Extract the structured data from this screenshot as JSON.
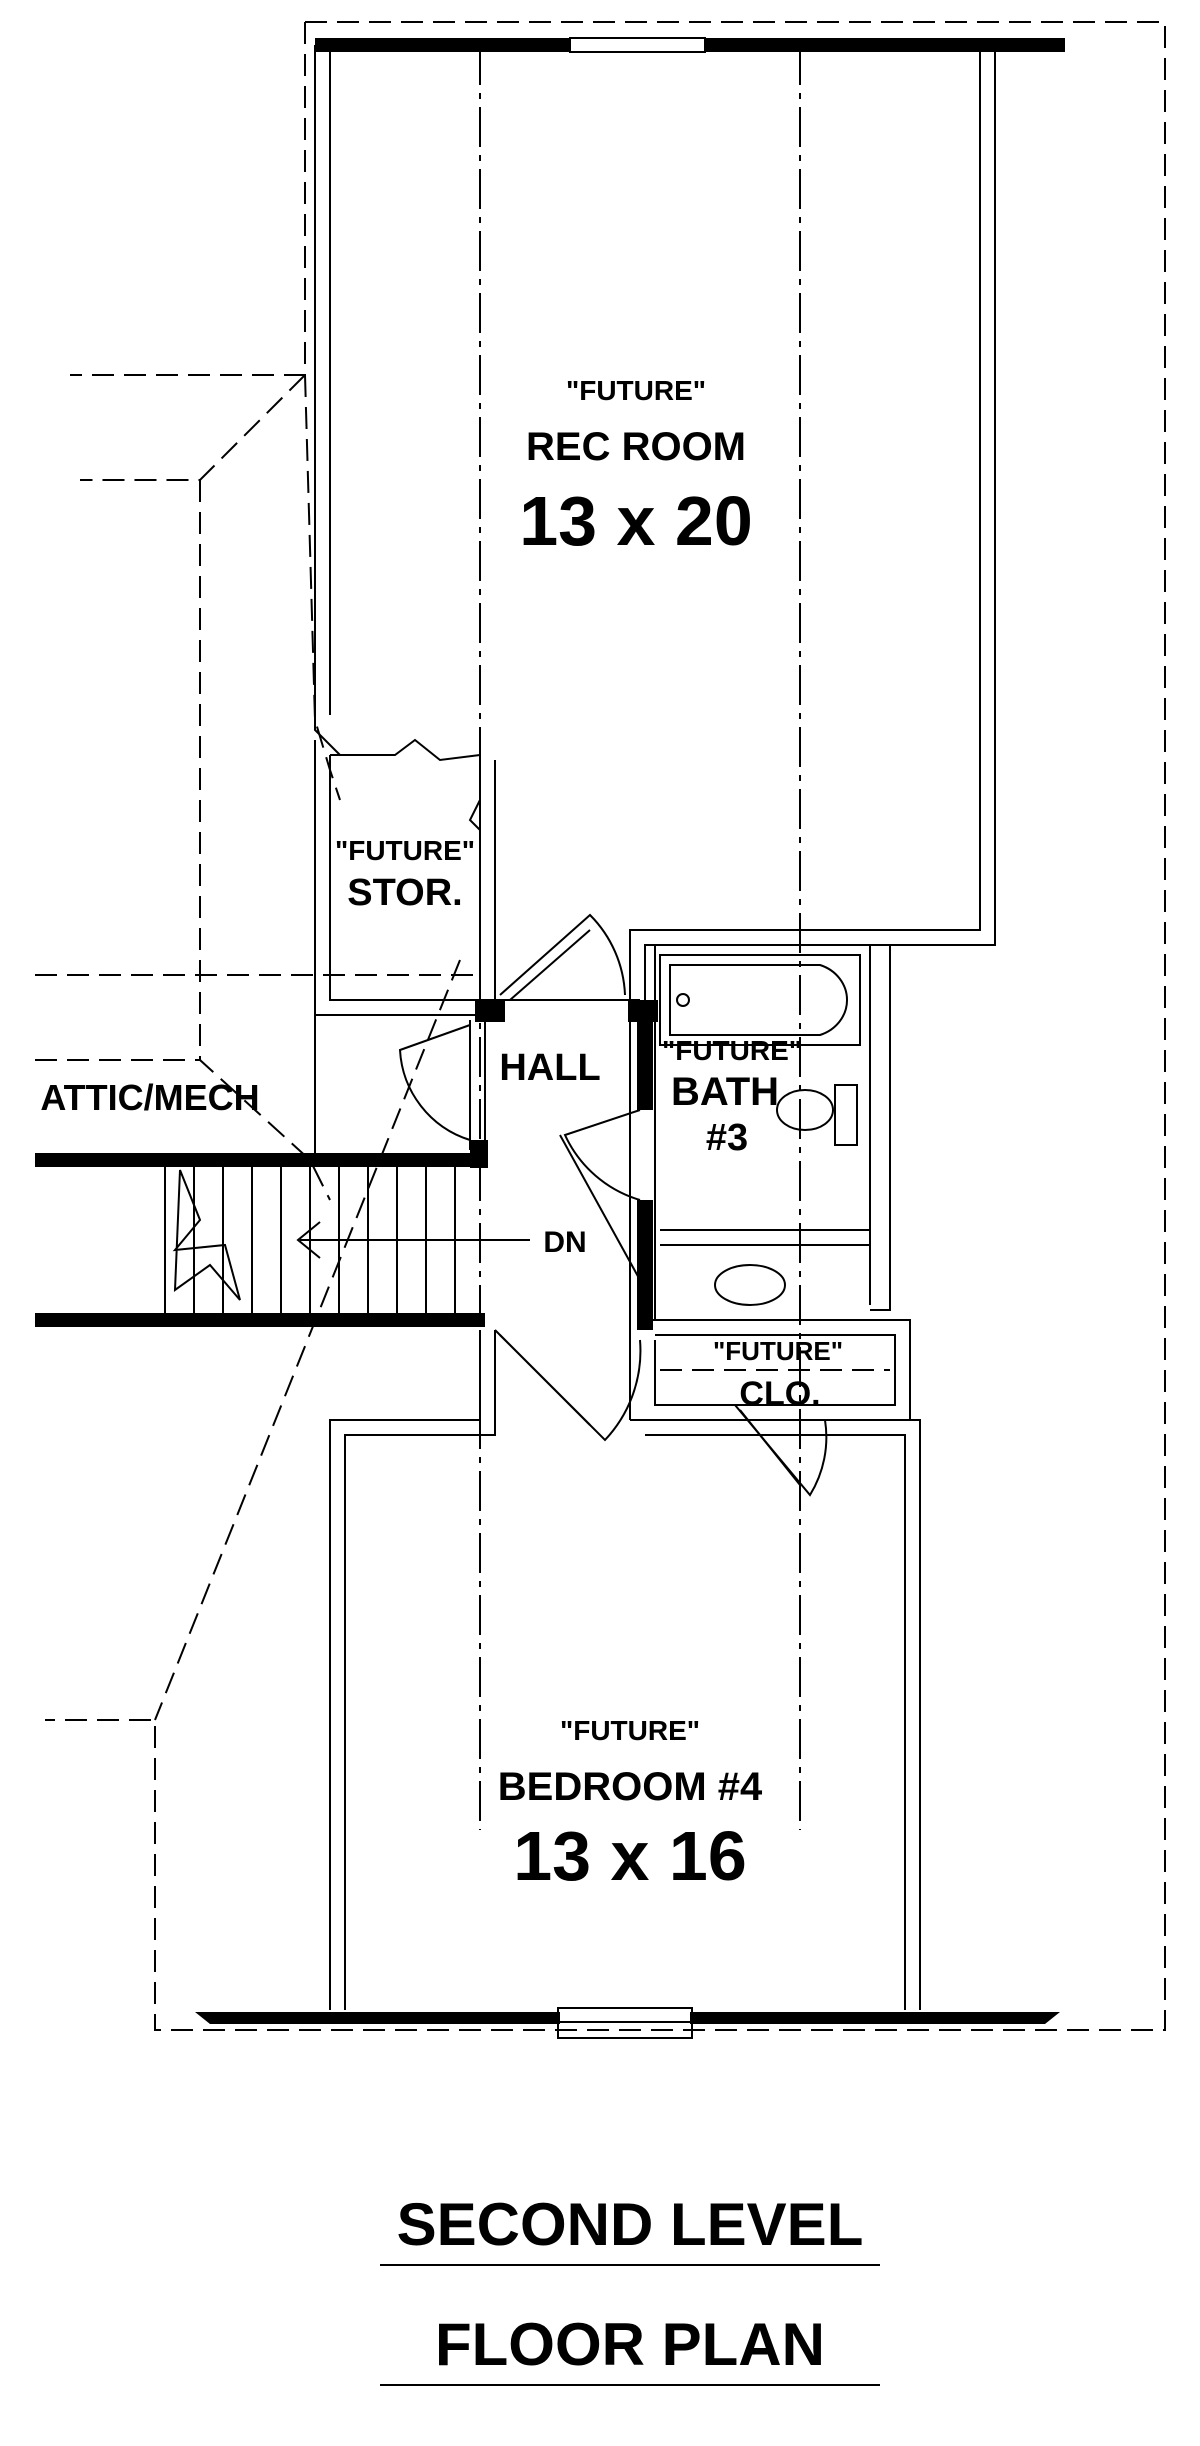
{
  "rooms": {
    "rec_room": {
      "status": "\"FUTURE\"",
      "name": "REC ROOM",
      "dims": "13 x 20"
    },
    "storage": {
      "status": "\"FUTURE\"",
      "name": "STOR."
    },
    "hall": {
      "name": "HALL"
    },
    "attic": {
      "name": "ATTIC/MECH"
    },
    "bath": {
      "status": "\"FUTURE\"",
      "name": "BATH",
      "number": "#3"
    },
    "closet": {
      "status": "\"FUTURE\"",
      "name": "CLO."
    },
    "bedroom": {
      "status": "\"FUTURE\"",
      "name": "BEDROOM #4",
      "dims": "13 x 16"
    }
  },
  "stairs": {
    "label": "DN"
  },
  "title": {
    "line1": "SECOND LEVEL",
    "line2": "FLOOR PLAN"
  }
}
